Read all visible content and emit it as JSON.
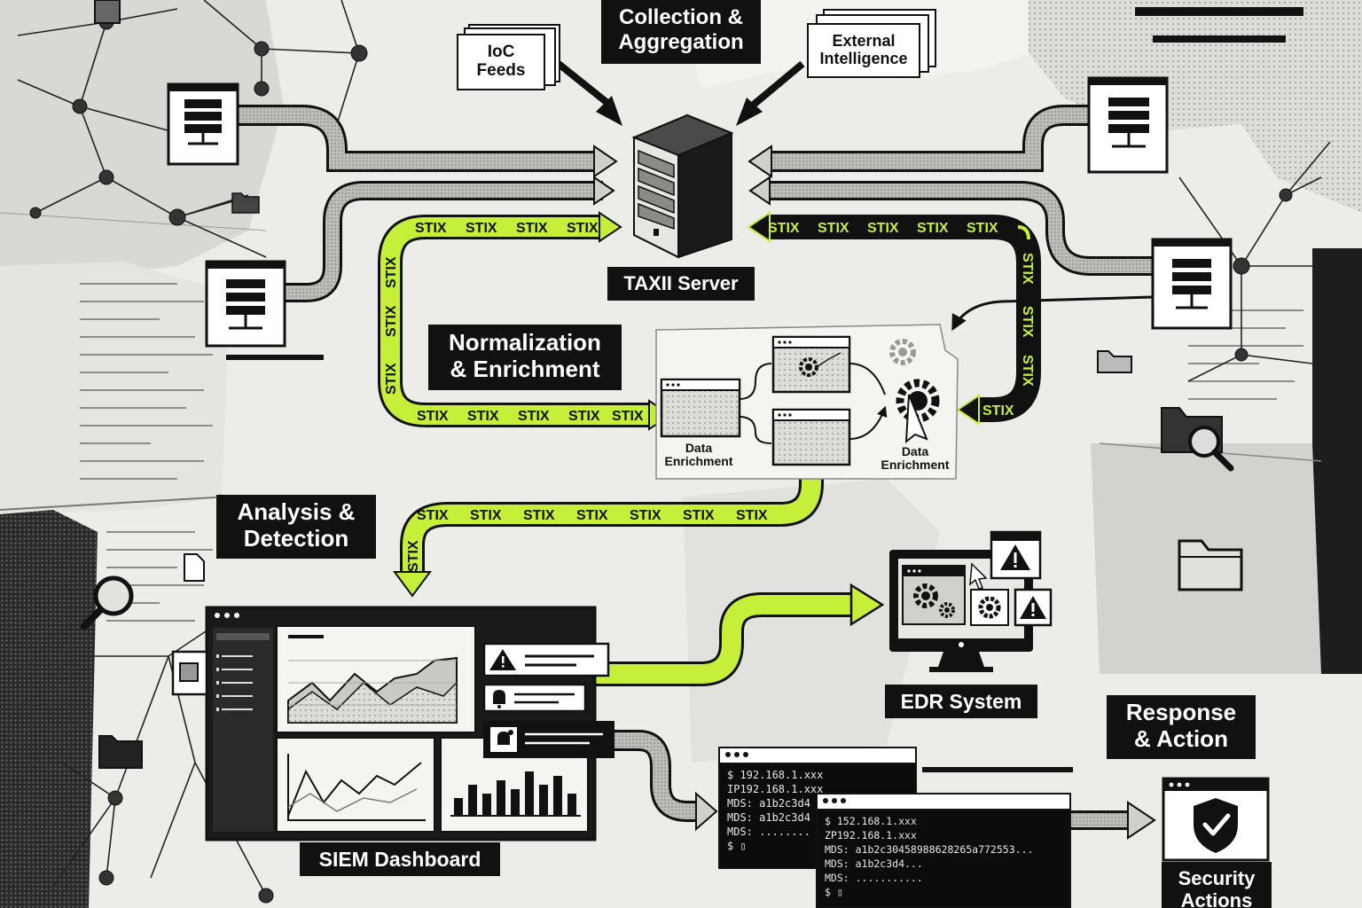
{
  "colors": {
    "accent": "#c6ef3a",
    "ink": "#111111",
    "paper": "#e9e9e6",
    "panel": "#ffffff"
  },
  "stages": {
    "collection": "Collection &\nAggregation",
    "normalization": "Normalization\n& Enrichment",
    "analysis": "Analysis &\nDetection",
    "response": "Response\n& Action"
  },
  "sources": {
    "ioc_feeds": "IoC\nFeeds",
    "external": "External\nIntelligence"
  },
  "taxii": {
    "label": "TAXII Server"
  },
  "stix": {
    "token": "STIX"
  },
  "enrichment": {
    "left_label": "Data\nEnrichment",
    "right_label": "Data\nEnrichment"
  },
  "siem": {
    "label": "SIEM Dashboard"
  },
  "edr": {
    "label": "EDR System"
  },
  "security": {
    "label": "Security\nActions"
  },
  "terminal_1": {
    "lines": [
      "$ 192.168.1.xxx",
      "IP192.168.1.xxx",
      "MDS: a1b2c3d4",
      "MDS: a1b2c3d4",
      "MDS: ........",
      "$ ▯"
    ]
  },
  "terminal_2": {
    "lines": [
      "$ 152.168.1.xxx",
      "ZP192.168.1.xxx",
      "MDS: a1b2c30458988628265a772553...",
      "MDS: a1b2c3d4...",
      "MDS: ...........",
      "$ ▯"
    ]
  },
  "icons": [
    "server-icon",
    "folder-icon",
    "magnifier-icon",
    "gear-icon",
    "warning-icon",
    "bell-icon",
    "shield-check-icon",
    "network-node-icon",
    "document-icon",
    "monitor-icon",
    "cursor-icon"
  ]
}
